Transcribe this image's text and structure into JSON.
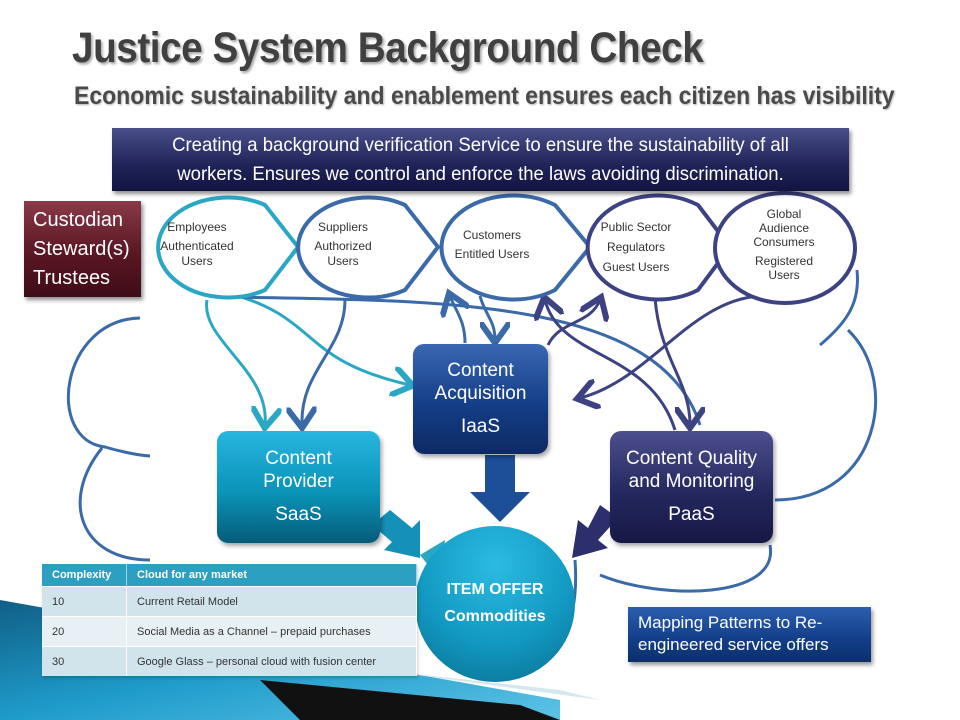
{
  "title": "Justice System Background Check",
  "subtitle": "Economic sustainability and enablement ensures each citizen has visibility",
  "banner": {
    "line1": "Creating a background verification Service to ensure the sustainability of all",
    "line2": "workers.  Ensures we control and enforce the laws avoiding discrimination."
  },
  "custodian": {
    "lines": [
      "Custodian",
      "Steward(s)",
      "Trustees"
    ]
  },
  "chevrons": [
    {
      "lines": [
        "Employees",
        "Authenticated",
        "Users"
      ],
      "color": "#2ba7c6"
    },
    {
      "lines": [
        "Suppliers",
        "Authorized",
        "Users"
      ],
      "color": "#3a6aa8"
    },
    {
      "lines": [
        "Customers",
        "Entitled Users"
      ],
      "color": "#3a6aa8"
    },
    {
      "lines": [
        "Public Sector",
        "Regulators",
        "Guest Users"
      ],
      "color": "#3d4283"
    },
    {
      "lines": [
        "Global",
        "Audience",
        "Consumers",
        "Registered",
        "Users"
      ],
      "color": "#3d4283"
    }
  ],
  "boxes": {
    "acquisition": {
      "title1": "Content",
      "title2": "Acquisition",
      "sub": "IaaS"
    },
    "provider": {
      "title1": "Content",
      "title2": "Provider",
      "sub": "SaaS"
    },
    "quality": {
      "title1": "Content Quality",
      "title2": "and Monitoring",
      "sub": "PaaS"
    }
  },
  "offer": {
    "line1": "ITEM OFFER",
    "line2": "Commodities"
  },
  "mapping": {
    "line1": "Mapping Patterns to Re-",
    "line2": "engineered service offers"
  },
  "table": {
    "headers": [
      "Complexity",
      "Cloud for any market"
    ],
    "rows": [
      [
        "10",
        "Current Retail Model"
      ],
      [
        "20",
        "Social Media as a Channel  – prepaid purchases"
      ],
      [
        "30",
        "Google Glass – personal cloud with fusion center"
      ]
    ]
  },
  "colors": {
    "teal": "#2ba7c6",
    "blue": "#3a6aa8",
    "navy": "#3d4283",
    "maroon": "#5a1623"
  }
}
